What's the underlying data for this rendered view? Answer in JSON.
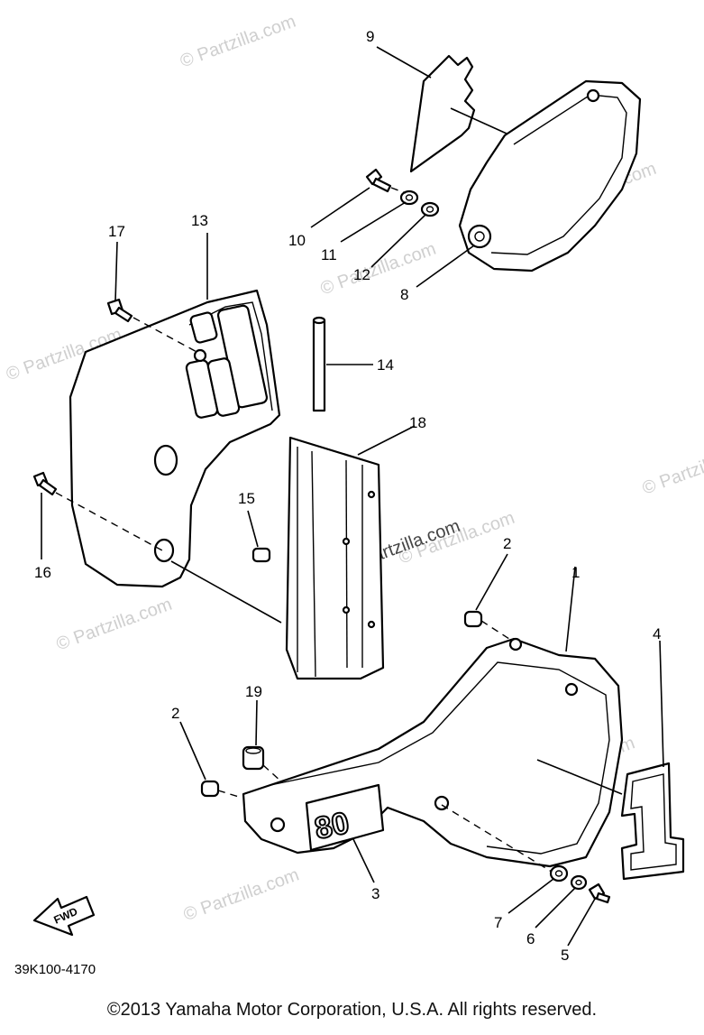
{
  "watermark": "© Partzilla.com",
  "diagram_code": "39K100-4170",
  "fwd_label": "FWD",
  "footer": "©2013  Yamaha Motor Corporation, U.S.A. All rights reserved.",
  "callouts": {
    "c1": "1",
    "c2a": "2",
    "c2b": "2",
    "c3": "3",
    "c4": "4",
    "c5": "5",
    "c6": "6",
    "c7": "7",
    "c8": "8",
    "c9": "9",
    "c10": "10",
    "c11": "11",
    "c12": "12",
    "c13": "13",
    "c14": "14",
    "c15": "15",
    "c16": "16",
    "c17": "17",
    "c18": "18",
    "c19": "19"
  },
  "decal_1_text": "1",
  "decal_3_text": "80"
}
